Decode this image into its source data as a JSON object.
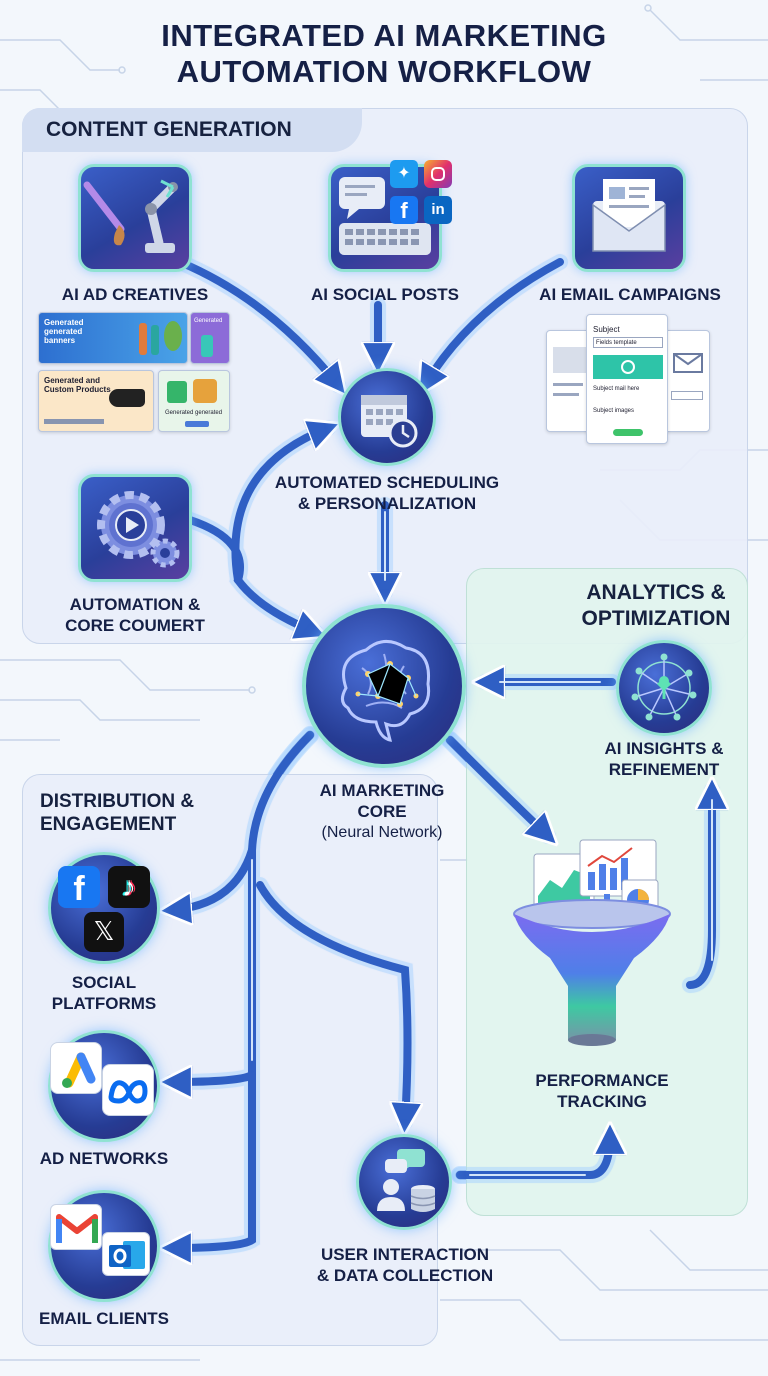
{
  "title": [
    "INTEGRATED AI MARKETING",
    "AUTOMATION WORKFLOW"
  ],
  "sections": {
    "content_generation": "CONTENT GENERATION",
    "distribution": [
      "DISTRIBUTION &",
      "ENGAGEMENT"
    ],
    "analytics": [
      "ANALYTICS &",
      "OPTIMIZATION"
    ]
  },
  "nodes": {
    "ad_creatives": "AI AD CREATIVES",
    "social_posts": "AI SOCIAL POSTS",
    "email_campaigns": "AI EMAIL CAMPAIGNS",
    "scheduling": [
      "AUTOMATED SCHEDULING",
      "& PERSONALIZATION"
    ],
    "automation": [
      "AUTOMATION &",
      "CORE COUMERT"
    ],
    "core": [
      "AI MARKETING",
      "CORE",
      "(Neural Network)"
    ],
    "insights": [
      "AI INSIGHTS &",
      "REFINEMENT"
    ],
    "performance": [
      "PERFORMANCE",
      "TRACKING"
    ],
    "social_platforms": [
      "SOCIAL",
      "PLATFORMS"
    ],
    "ad_networks": "AD NETWORKS",
    "email_clients": "EMAIL CLIENTS",
    "user_interaction": [
      "USER INTERACTION",
      "& DATA COLLECTION"
    ]
  },
  "mockups": {
    "banner1": [
      "Generated",
      "generated",
      "banners"
    ],
    "banner2": "Generated",
    "banner3": [
      "Generated and",
      "Custom Products"
    ],
    "banner4": "Generated generated",
    "email_subject": "Subject",
    "email_field": "Fields template",
    "email_line2": "Subject mail here",
    "email_line3": "Subject images"
  },
  "colors": {
    "arrow": "#2f5fc4",
    "arrow_glow": "#a9d4ff",
    "accent": "#8fe2d2",
    "title": "#152046"
  }
}
